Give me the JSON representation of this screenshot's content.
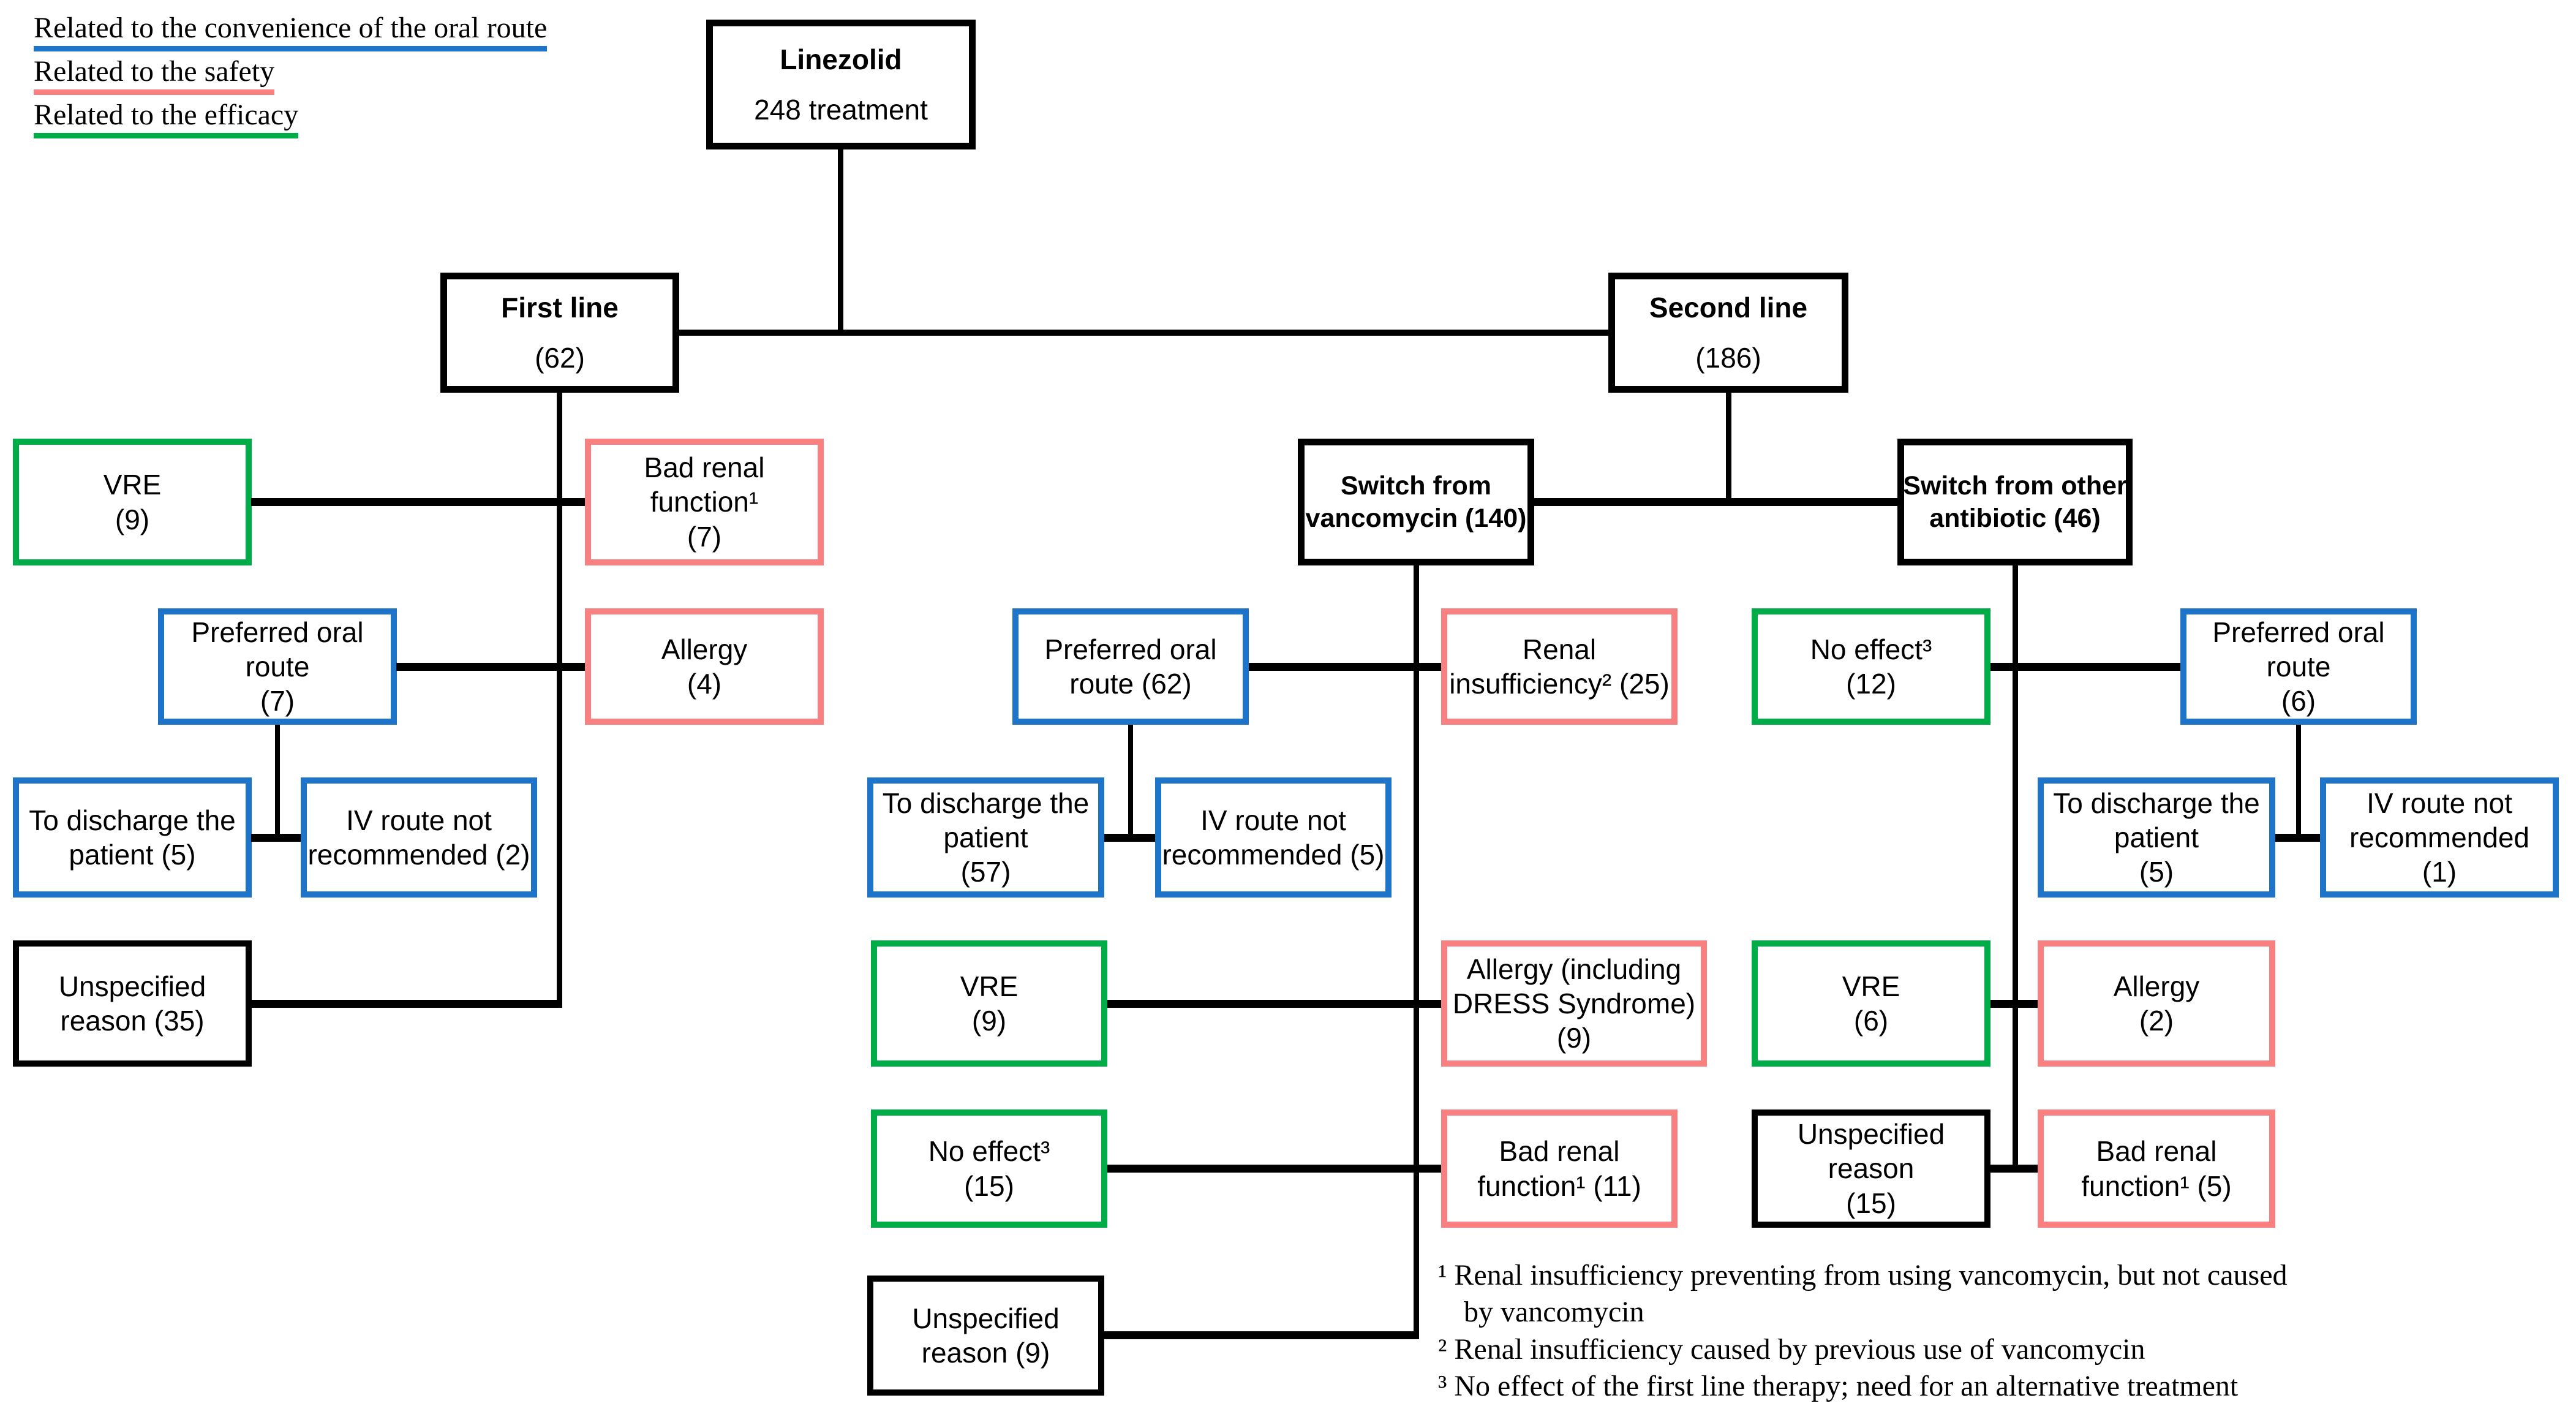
{
  "colors": {
    "convenience_blue": "#1E74C8",
    "safety_pink": "#F98080",
    "efficacy_green": "#00AC47",
    "structure_black": "#000000"
  },
  "legend": {
    "items": [
      {
        "label": "Related to the convenience of the oral route",
        "color": "#1E74C8"
      },
      {
        "label": "Related to the safety",
        "color": "#F98080"
      },
      {
        "label": "Related to the efficacy",
        "color": "#00AC47"
      }
    ]
  },
  "root": {
    "title": "Linezolid",
    "subtitle": "248 treatment"
  },
  "first_line": {
    "title": "First line",
    "count": "(62)"
  },
  "second_line": {
    "title": "Second line",
    "count": "(186)"
  },
  "boxes": {
    "vre_first": {
      "lines": [
        "VRE",
        "(9)"
      ]
    },
    "bad_renal_first": {
      "lines": [
        "Bad renal",
        "function¹",
        "(7)"
      ]
    },
    "pref_oral_first": {
      "lines": [
        "Preferred oral",
        "route",
        "(7)"
      ]
    },
    "allergy_first": {
      "lines": [
        "Allergy",
        "(4)"
      ]
    },
    "discharge_first": {
      "lines": [
        "To discharge the",
        "patient (5)"
      ]
    },
    "iv_first": {
      "lines": [
        "IV route not",
        "recommended (2)"
      ]
    },
    "unspecified_first": {
      "lines": [
        "Unspecified",
        "reason (35)"
      ]
    },
    "switch_vancomycin": {
      "lines": [
        "Switch from",
        "vancomycin (140)"
      ]
    },
    "pref_oral_vanco": {
      "lines": [
        "Preferred oral",
        "route (62)"
      ]
    },
    "renal_insufficiency": {
      "lines": [
        "Renal",
        "insufficiency² (25)"
      ]
    },
    "discharge_vanco": {
      "lines": [
        "To discharge the",
        "patient",
        "(57)"
      ]
    },
    "iv_vanco": {
      "lines": [
        "IV route not",
        "recommended (5)"
      ]
    },
    "vre_vanco": {
      "lines": [
        "VRE",
        "(9)"
      ]
    },
    "allergy_dress": {
      "lines": [
        "Allergy (including",
        "DRESS Syndrome)",
        "(9)"
      ]
    },
    "no_effect_vanco": {
      "lines": [
        "No effect³",
        "(15)"
      ]
    },
    "bad_renal_vanco": {
      "lines": [
        "Bad renal",
        "function¹ (11)"
      ]
    },
    "unspecified_vanco": {
      "lines": [
        "Unspecified",
        "reason (9)"
      ]
    },
    "switch_other": {
      "lines": [
        "Switch from other",
        "antibiotic (46)"
      ]
    },
    "no_effect_other": {
      "lines": [
        "No effect³",
        "(12)"
      ]
    },
    "pref_oral_other": {
      "lines": [
        "Preferred oral",
        "route",
        "(6)"
      ]
    },
    "discharge_other": {
      "lines": [
        "To discharge the",
        "patient",
        "(5)"
      ]
    },
    "iv_other": {
      "lines": [
        "IV route not",
        "recommended",
        "(1)"
      ]
    },
    "vre_other": {
      "lines": [
        "VRE",
        "(6)"
      ]
    },
    "allergy_other": {
      "lines": [
        "Allergy",
        "(2)"
      ]
    },
    "unspecified_other": {
      "lines": [
        "Unspecified",
        "reason",
        "(15)"
      ]
    },
    "bad_renal_other": {
      "lines": [
        "Bad renal",
        "function¹ (5)"
      ]
    }
  },
  "footnotes": [
    "¹ Renal insufficiency preventing from using vancomycin, but not caused",
    "by vancomycin",
    "² Renal insufficiency caused by previous use of vancomycin",
    "³ No effect of the first line therapy; need for an alternative treatment"
  ]
}
